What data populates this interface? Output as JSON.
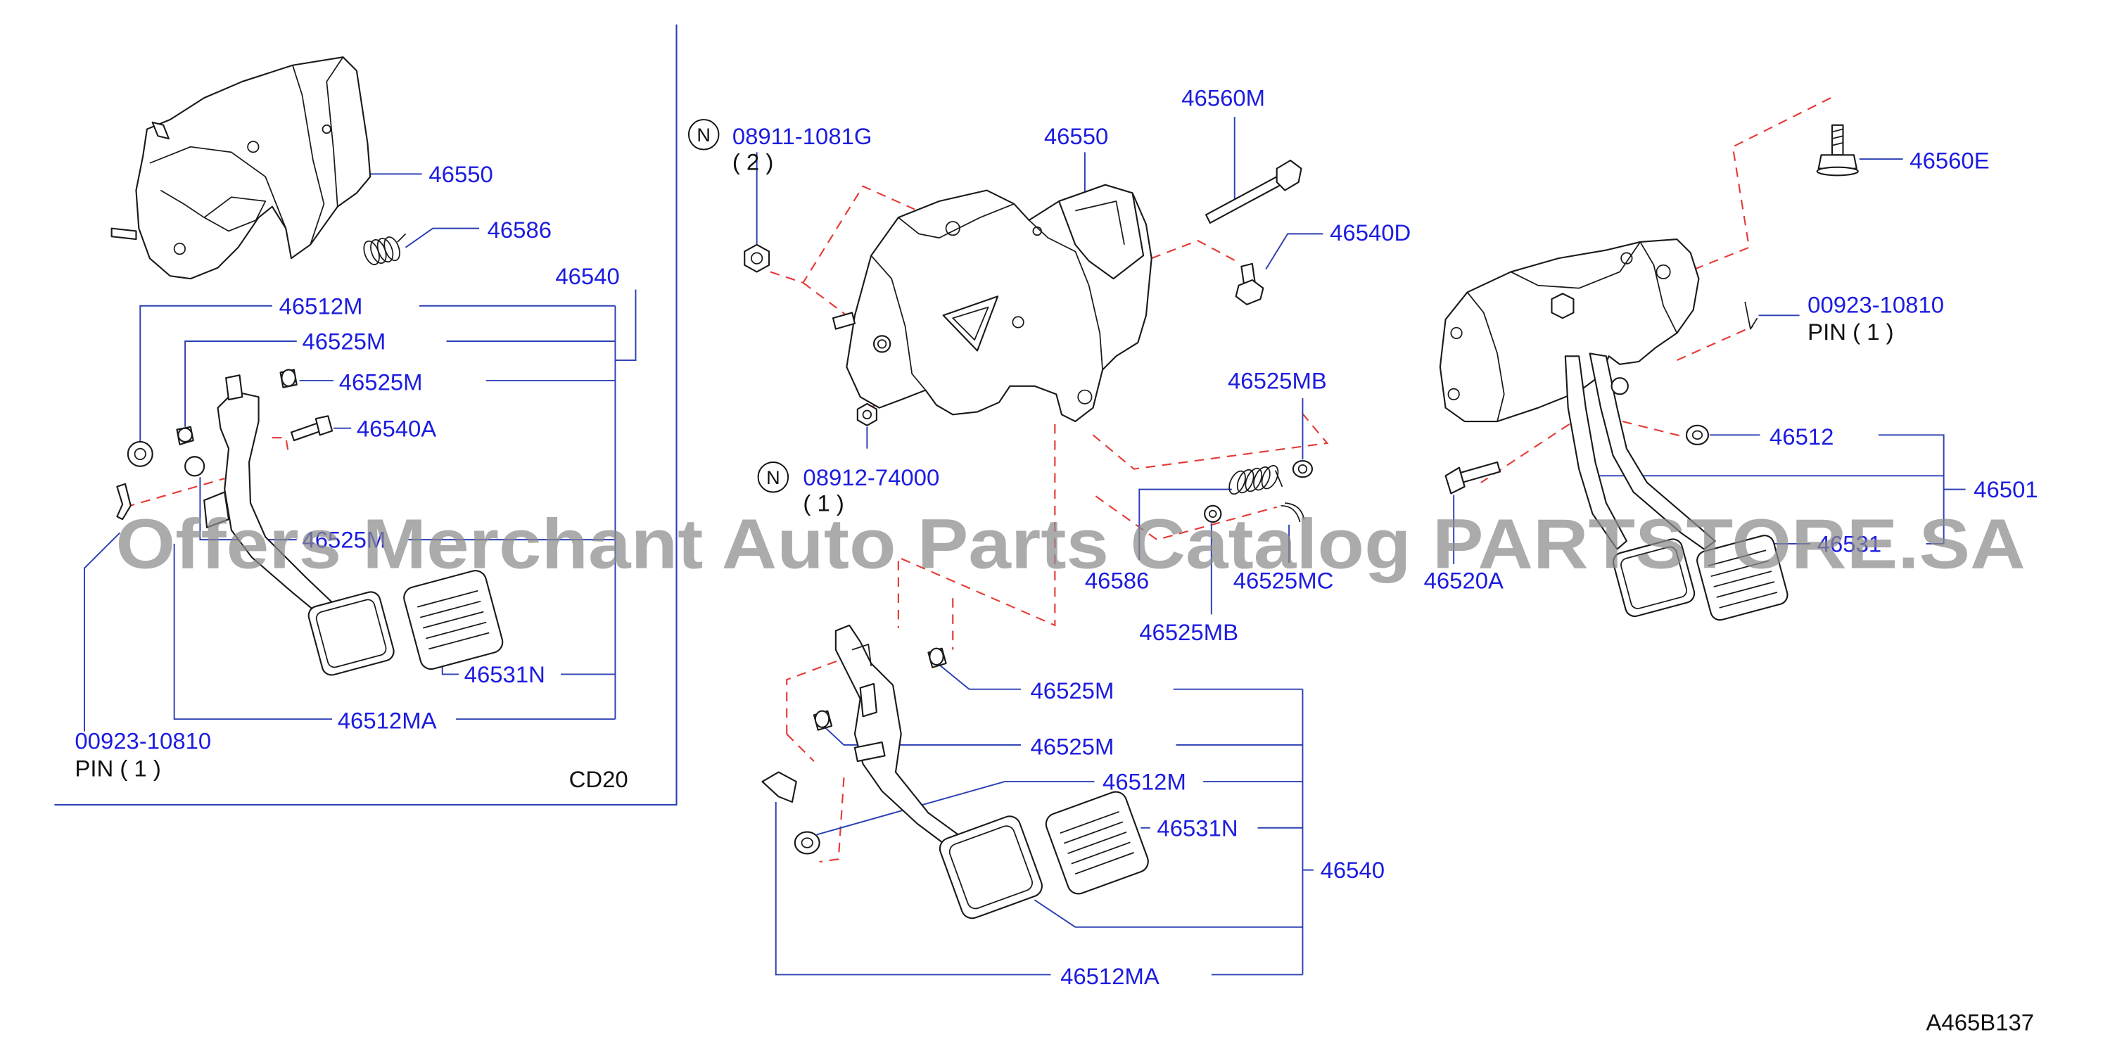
{
  "colors": {
    "label_text": "#1c1ce0",
    "plain_text": "#111111",
    "leader_line": "#2b3fb4",
    "explode_line": "#e53935",
    "outline": "#1a1a1a",
    "watermark": "#8c8c8c"
  },
  "watermark": "Offers Merchant Auto Parts Catalog PARTSTORE.SA",
  "drawing_code": "A465B137",
  "left_panel": {
    "variant": "CD20",
    "bracket": "46550",
    "spring": "46586",
    "pedal_assy": "46540",
    "bush": "46512M",
    "collar_upper": "46525M",
    "collar_lower": "46525M",
    "stopper_bolt": "46540A",
    "collar_hidden": "46525M",
    "pedal_pad": "46531N",
    "pedal_arm": "46512MA",
    "pin": {
      "code": "00923-10810",
      "text": "PIN ( 1 )"
    }
  },
  "center_panel": {
    "nut_a": {
      "marker": "N",
      "code": "08911-1081G",
      "qty": "( 2 )"
    },
    "nut_b": {
      "marker": "N",
      "code": "08912-74000",
      "qty": "( 1 )"
    },
    "bracket": "46550",
    "bolt": "46560M",
    "bolt_d": "46540D",
    "collar_mb_upper": "46525MB",
    "spring": "46586",
    "collar_mc": "46525MC",
    "collar_mb_lower": "46525MB",
    "collar_m_upper": "46525M",
    "collar_m_lower": "46525M",
    "bush": "46512M",
    "pedal_pad": "46531N",
    "pedal_assy": "46540",
    "pedal_arm": "46512MA"
  },
  "right_panel": {
    "bolt_e": "46560E",
    "pin": {
      "code": "00923-10810",
      "text": "PIN ( 1 )"
    },
    "bush": "46512",
    "pedal_assy": "46501",
    "bolt_a": "46520A",
    "pedal_pad_hidden": "46531"
  }
}
